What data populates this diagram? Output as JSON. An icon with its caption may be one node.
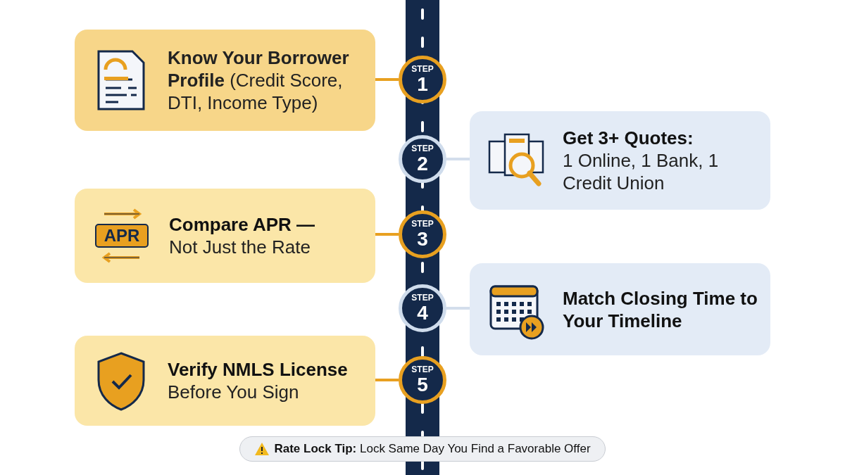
{
  "diagram": {
    "nodes": [
      {
        "text": [
          "**Know Your Borrower Profile** (Credit Score, DTI, Income Type)"
        ]
      },
      {
        "text": [
          "STEP",
          "1"
        ]
      },
      {
        "text": [
          "STEP",
          "2"
        ]
      },
      {
        "text": [
          "Get 3+ Quotes:",
          "1 Online, 1 Bank, 1 Credit Union"
        ]
      },
      {
        "text": [
          "Compare APR —",
          "Not Just the Rate"
        ]
      },
      {
        "text": [
          "STEP",
          "3"
        ]
      },
      {
        "text": [
          "STEP",
          "4"
        ]
      },
      {
        "text": [
          "Match Closing Time to Your Timeline"
        ]
      },
      {
        "text": [
          "Verify NMLS License",
          "Before You Sign"
        ]
      },
      {
        "text": [
          "STEP",
          "5"
        ]
      },
      {
        "text": [
          "**Rate Lock Tip:** Lock Same Day You Find a Favorable Offer"
        ]
      }
    ],
    "edges": [
      {
        "from": 0,
        "to": 1,
        "arrow": "none"
      },
      {
        "from": 3,
        "to": 2,
        "arrow": "none",
        "color": "#d3deec"
      },
      {
        "from": 4,
        "to": 5,
        "arrow": "none"
      },
      {
        "from": 7,
        "to": 6,
        "arrow": "none",
        "color": "#d3deec"
      },
      {
        "from": 8,
        "to": 9,
        "arrow": "none"
      }
    ],
    "labels": [
      "APR"
    ]
  }
}
